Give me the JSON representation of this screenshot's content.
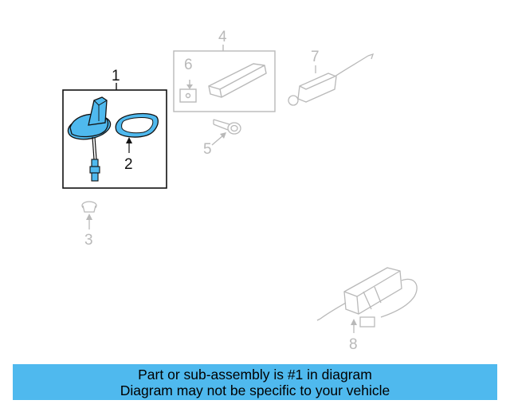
{
  "callouts": {
    "c1": "1",
    "c2": "2",
    "c3": "3",
    "c4": "4",
    "c5": "5",
    "c6": "6",
    "c7": "7",
    "c8": "8"
  },
  "banner": {
    "line1": "Part or sub-assembly is #1 in diagram",
    "line2": "Diagram may not be specific to your vehicle"
  },
  "colors": {
    "highlight_part": "#4fb9ee",
    "banner_bg": "#4fb9ee",
    "ghost_lines": "#b9b9b9",
    "active_lines": "#111111"
  }
}
